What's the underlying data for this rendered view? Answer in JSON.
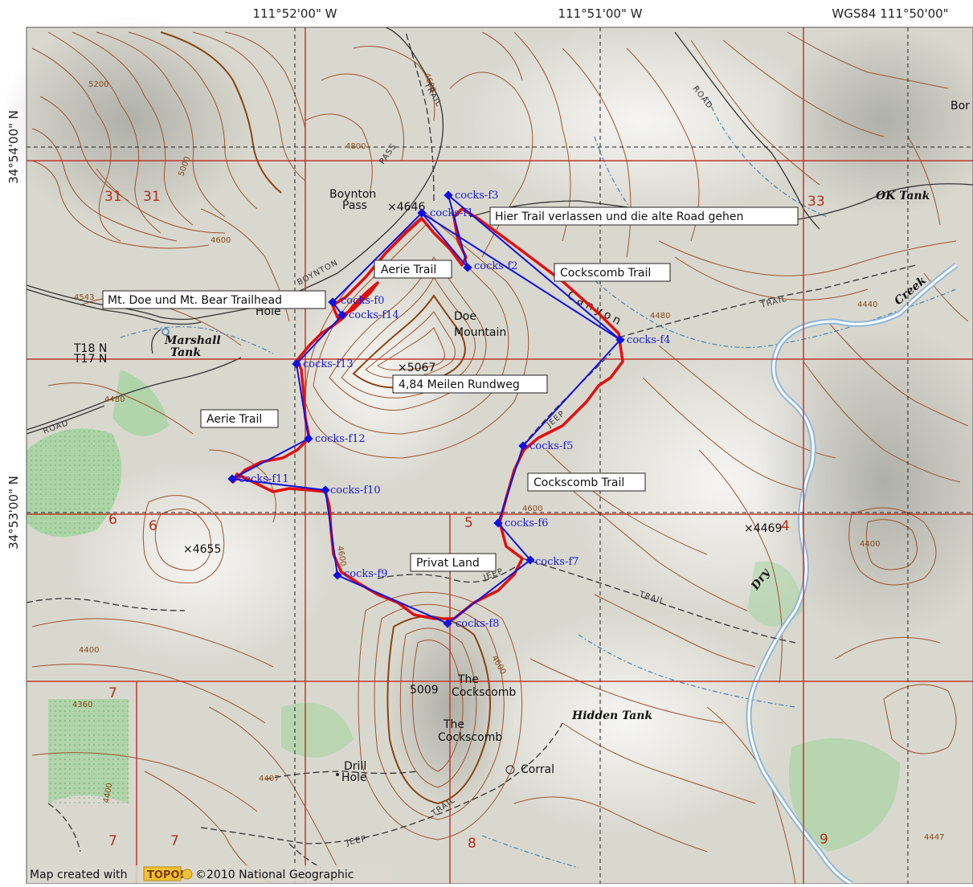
{
  "coords": {
    "top_left": "111°52'00\" W",
    "top_mid": "111°51'00\" W",
    "top_right": "WGS84 111°50'00\"",
    "left_top": "34°54'00\" N",
    "left_bottom": "34°53'00\" N"
  },
  "callouts": {
    "hier_trail": "Hier Trail verlassen und die alte Road gehen",
    "aerie_trail_top": "Aerie Trail",
    "cockscomb_trail_top": "Cockscomb Trail",
    "trailhead": "Mt. Doe und Mt. Bear Trailhead",
    "rundweg": "4,84 Meilen Rundweg",
    "aerie_trail_left": "Aerie Trail",
    "cockscomb_trail_bottom": "Cockscomb Trail",
    "privat_land": "Privat Land"
  },
  "waypoints": {
    "f0": "cocks-f0",
    "f1": "cocks-f1",
    "f2": "cocks-f2",
    "f3": "cocks-f3",
    "f4": "cocks-f4",
    "f5": "cocks-f5",
    "f6": "cocks-f6",
    "f7": "cocks-f7",
    "f8": "cocks-f8",
    "f9": "cocks-f9",
    "f10": "cocks-f10",
    "f11": "cocks-f11",
    "f12": "cocks-f12",
    "f13": "cocks-f13",
    "f14": "cocks-f14"
  },
  "labels": {
    "boynton": "Boynton",
    "pass": "Pass",
    "pass_elev": "×4646",
    "doe": "Doe",
    "mountain": "Mountain",
    "peak": "×5067",
    "marshall": "Marshall",
    "tank": "Tank",
    "ok_tank": "OK Tank",
    "hidden_tank": "Hidden Tank",
    "the_cockscomb_1": "The",
    "cockscomb_1": "Cockscomb",
    "the_cockscomb_2": "The",
    "cockscomb_2": "Cockscomb",
    "cockscomb_elev": "5009",
    "drill": "Drill",
    "hole": "Hole",
    "corral": "Corral",
    "canyon": "Canyon",
    "creek": "Creek",
    "dry": "Dry",
    "hole2": "Hole",
    "elev_4669": "×4469",
    "elev_4655": "×4655",
    "elev_4407": "4407",
    "elev_4447": "4447",
    "t18n": "T18 N",
    "t17n": "T17 N",
    "bor": "Bor",
    "road_boynton": "BOYNTON",
    "road_trail_top": "TRAIL",
    "road_pass": "PASS",
    "road_road": "ROAD",
    "road_trail_right": "TRAIL",
    "road_jeep1": "JEEP",
    "road_jeep2": "JEEP",
    "road_trail_bottom": "TRAIL",
    "road_trail_lower": "TRAIL",
    "road_jeep_bottom": "JEEP",
    "road_road_left": "ROAD",
    "c_4543": "4543",
    "c_4600a": "4600",
    "c_4800": "4800",
    "c_4600b": "4600",
    "c_4480": "4480",
    "c_4440": "4440",
    "c_4400": "4400",
    "c_4600c": "4600",
    "c_4600d": "4600",
    "c_5200": "5200",
    "c_5000": "5000",
    "c_4600e": "4600",
    "c_4480b": "4480",
    "c_4400b": "4400",
    "c_4360": "4360",
    "c_4400c": "4400"
  },
  "sections": {
    "s31a": "31",
    "s31b": "31",
    "s33": "33",
    "s6a": "6",
    "s6b": "6",
    "s5": "5",
    "s4": "4",
    "s7a": "7",
    "s7b": "7",
    "s7c": "7",
    "s8": "8",
    "s9": "9"
  },
  "footer": {
    "credit_prefix": "Map created with",
    "topo": "TOPO!",
    "credit_suffix": "©2010 National Geographic"
  },
  "colors": {
    "track_red": "#e01010",
    "route_blue": "#1010e0",
    "grid_red": "#c0392b",
    "contour": "#a0522d"
  }
}
